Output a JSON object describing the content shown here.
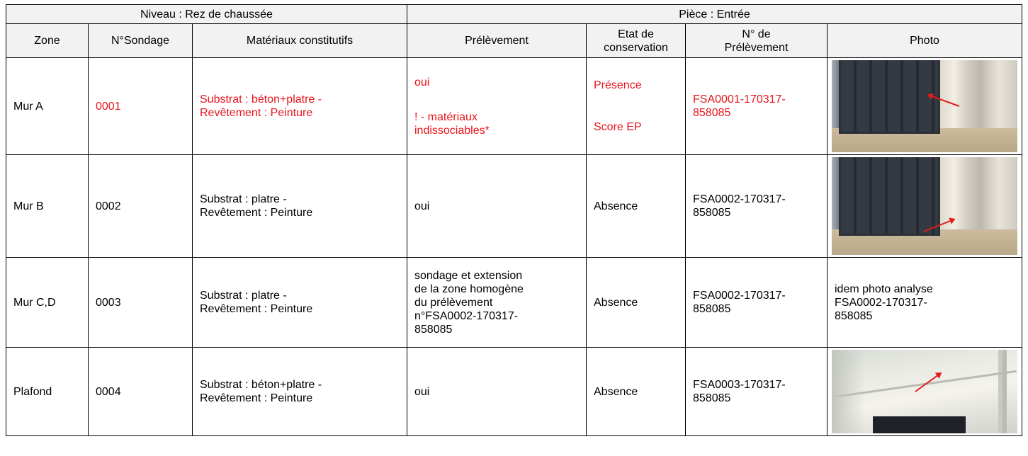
{
  "band": {
    "niveau": "Niveau : Rez de chaussée",
    "piece": "Pièce : Entrée"
  },
  "headers": {
    "zone": "Zone",
    "sondage": "N°Sondage",
    "materiaux": "Matériaux constitutifs",
    "prelevement": "Prélèvement",
    "etat_l1": "Etat de",
    "etat_l2": "conservation",
    "num_l1": "N° de",
    "num_l2": "Prélèvement",
    "photo": "Photo"
  },
  "rows": [
    {
      "zone": "Mur A",
      "sondage": "0001",
      "mat_l1": "Substrat : béton+platre -",
      "mat_l2": "Revêtement : Peinture",
      "prel_l1": "oui",
      "prel_l2": "! - matériaux",
      "prel_l3": "indissociables*",
      "etat_l1": "Présence",
      "etat_l2": "Score EP",
      "num_l1": "FSA0001-170317-",
      "num_l2": "858085",
      "photo_alt": "wall-corner-photo"
    },
    {
      "zone": "Mur B",
      "sondage": "0002",
      "mat_l1": "Substrat : platre -",
      "mat_l2": "Revêtement : Peinture",
      "prel": "oui",
      "etat": "Absence",
      "num_l1": "FSA0002-170317-",
      "num_l2": "858085",
      "photo_alt": "wall-corner-photo"
    },
    {
      "zone": "Mur C,D",
      "sondage": "0003",
      "mat_l1": "Substrat : platre -",
      "mat_l2": "Revêtement : Peinture",
      "prel_l1": "sondage et extension",
      "prel_l2": "de la zone homogène",
      "prel_l3": "du prélèvement",
      "prel_l4": "n°FSA0002-170317-",
      "prel_l5": "858085",
      "etat": "Absence",
      "num_l1": "FSA0002-170317-",
      "num_l2": "858085",
      "photo_l1": "idem photo analyse",
      "photo_l2": "FSA0002-170317-",
      "photo_l3": "858085"
    },
    {
      "zone": "Plafond",
      "sondage": "0004",
      "mat_l1": "Substrat : béton+platre -",
      "mat_l2": "Revêtement : Peinture",
      "prel": "oui",
      "etat": "Absence",
      "num_l1": "FSA0003-170317-",
      "num_l2": "858085",
      "photo_alt": "ceiling-photo"
    }
  ],
  "colors": {
    "accent_red": "#e8141b",
    "header_bg": "#f2f2f2",
    "border": "#000000"
  }
}
